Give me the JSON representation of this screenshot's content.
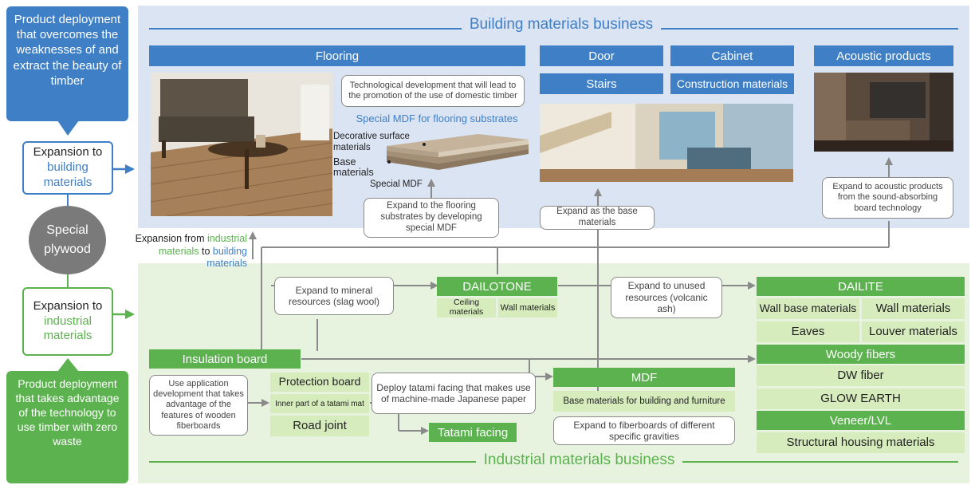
{
  "colors": {
    "blue": "#3f7fc6",
    "green": "#5cb24f",
    "gray": "#7a7a7a",
    "light_blue_bg": "#dbe4f3",
    "light_green_bg": "#e8f3df"
  },
  "left": {
    "blue_callout": "Product deployment that overcomes the weaknesses of and extract the beauty of timber",
    "exp_building": {
      "line1": "Expansion to",
      "line2": "building",
      "line3": "materials"
    },
    "circle": {
      "line1": "Special",
      "line2": "plywood"
    },
    "exp_industrial": {
      "line1": "Expansion to",
      "line2": "industrial",
      "line3": "materials"
    },
    "green_callout": "Product deployment that takes advantage of the technology to use timber with zero waste"
  },
  "expansion_label": {
    "p1": "Expansion from ",
    "p2": "industrial",
    "p3": "materials",
    "p4": " to ",
    "p5": "building materials"
  },
  "building": {
    "title": "Building materials business",
    "flooring": "Flooring",
    "door": "Door",
    "cabinet": "Cabinet",
    "stairs": "Stairs",
    "construction": "Construction materials",
    "acoustic": "Acoustic products",
    "tech_note": "Technological development that will lead to the promotion of the use of domestic timber",
    "mdf_title": "Special MDF for flooring substrates",
    "layer_decorative": "Decorative surface materials",
    "layer_base": "Base materials",
    "layer_mdf": "Special MDF",
    "note_flooring": "Expand to the flooring substrates by developing special MDF",
    "note_base": "Expand as the base materials",
    "note_acoustic": "Expand to acoustic products from the sound-absorbing board technology"
  },
  "industrial": {
    "title": "Industrial materials business",
    "note_mineral": "Expand to mineral resources (slag wool)",
    "dailotone": "DAILOTONE",
    "ceiling": "Ceiling materials",
    "wall": "Wall materials",
    "note_unused": "Expand to unused resources (volcanic ash)",
    "dailite": "DAILITE",
    "wall_base": "Wall base materials",
    "wall_materials": "Wall materials",
    "eaves": "Eaves",
    "louver": "Louver materials",
    "woody": "Woody fibers",
    "dw": "DW fiber",
    "glow": "GLOW EARTH",
    "veneer": "Veneer/LVL",
    "structural": "Structural housing materials",
    "insulation": "Insulation board",
    "note_application": "Use application development that takes advantage of the features of wooden fiberboards",
    "protection": "Protection board",
    "tatami_inner": "Inner part of a tatami mat",
    "road": "Road joint",
    "note_tatami": "Deploy tatami facing that makes use of machine-made Japanese paper",
    "tatami_facing": "Tatami facing",
    "mdf": "MDF",
    "mdf_sub": "Base materials for building and furniture",
    "note_fiber": "Expand to fiberboards of different specific gravities"
  }
}
